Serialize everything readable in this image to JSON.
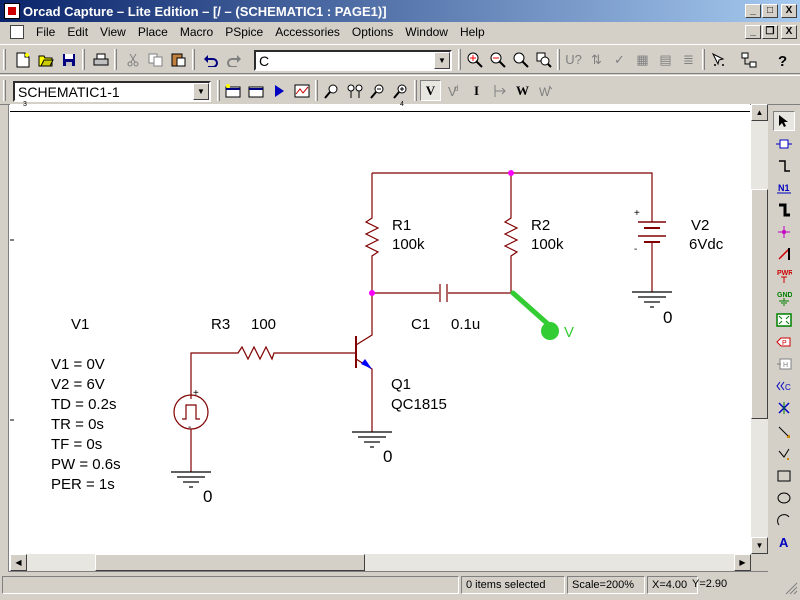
{
  "window": {
    "title": "Orcad Capture – Lite Edition – [/ – (SCHEMATIC1 : PAGE1)]",
    "caption_buttons": [
      "_",
      "□",
      "X"
    ],
    "mdi_buttons": [
      "_",
      "❐",
      "X"
    ]
  },
  "menu": [
    "File",
    "Edit",
    "View",
    "Place",
    "Macro",
    "PSpice",
    "Accessories",
    "Options",
    "Window",
    "Help"
  ],
  "toolbar1": {
    "part_combo_value": "C",
    "part_combo_arrow": "▼",
    "icons": [
      "new-icon",
      "open-icon",
      "save-icon",
      "print-icon",
      "cut-icon",
      "copy-icon",
      "paste-icon",
      "undo-icon",
      "redo-icon",
      "zoom-in-icon",
      "zoom-out-icon",
      "zoom-area-icon",
      "zoom-all-icon",
      "annotate-icon",
      "back-annotate-icon",
      "drc-icon",
      "netlist-icon",
      "cross-reference-icon",
      "bom-icon",
      "snap-grid-icon",
      "project-manager-icon",
      "help-icon"
    ]
  },
  "toolbar2": {
    "schematic_combo_value": "SCHEMATIC1-1",
    "schematic_combo_arrow": "▼",
    "markers": [
      "V",
      "I",
      "W"
    ],
    "icons": [
      "new-simulation-icon",
      "edit-simulation-icon",
      "run-icon",
      "view-results-icon",
      "voltage-marker-icon",
      "voltage-differential-marker-icon",
      "current-marker-icon",
      "power-marker-icon",
      "voltage-marker-button",
      "voltage-diff-marker-button",
      "current-marker-button",
      "power-marker-button"
    ]
  },
  "ruler": {
    "marks": [
      "3",
      "4"
    ]
  },
  "canvas": {
    "left_margin_marks": [
      "4",
      "2"
    ]
  },
  "schematic": {
    "colors": {
      "wire": "#800000",
      "component": "#800000",
      "junction": "#ff00ff",
      "marker": "#33cc33",
      "arrow": "#0000ff",
      "text": "#000000"
    },
    "R1": {
      "ref": "R1",
      "value": "100k"
    },
    "R2": {
      "ref": "R2",
      "value": "100k"
    },
    "R3": {
      "ref": "R3",
      "value": "100"
    },
    "C1": {
      "ref": "C1",
      "value": "0.1u"
    },
    "Q1": {
      "ref": "Q1",
      "value": "QC1815"
    },
    "V2": {
      "ref": "V2",
      "value": "6Vdc",
      "plus": "+",
      "minus": "-"
    },
    "V1": {
      "ref": "V1",
      "plus": "+",
      "minus": "-",
      "params": [
        "V1 = 0V",
        "V2 = 6V",
        "TD = 0.2s",
        "TR = 0s",
        "TF = 0s",
        "PW = 0.6s",
        "PER = 1s"
      ]
    },
    "grounds": [
      "0",
      "0",
      "0"
    ],
    "marker_label": "V"
  },
  "status": {
    "selection": "0 items selected",
    "scale": "Scale=200%",
    "x": "X=4.00",
    "y": "Y=2.90"
  }
}
